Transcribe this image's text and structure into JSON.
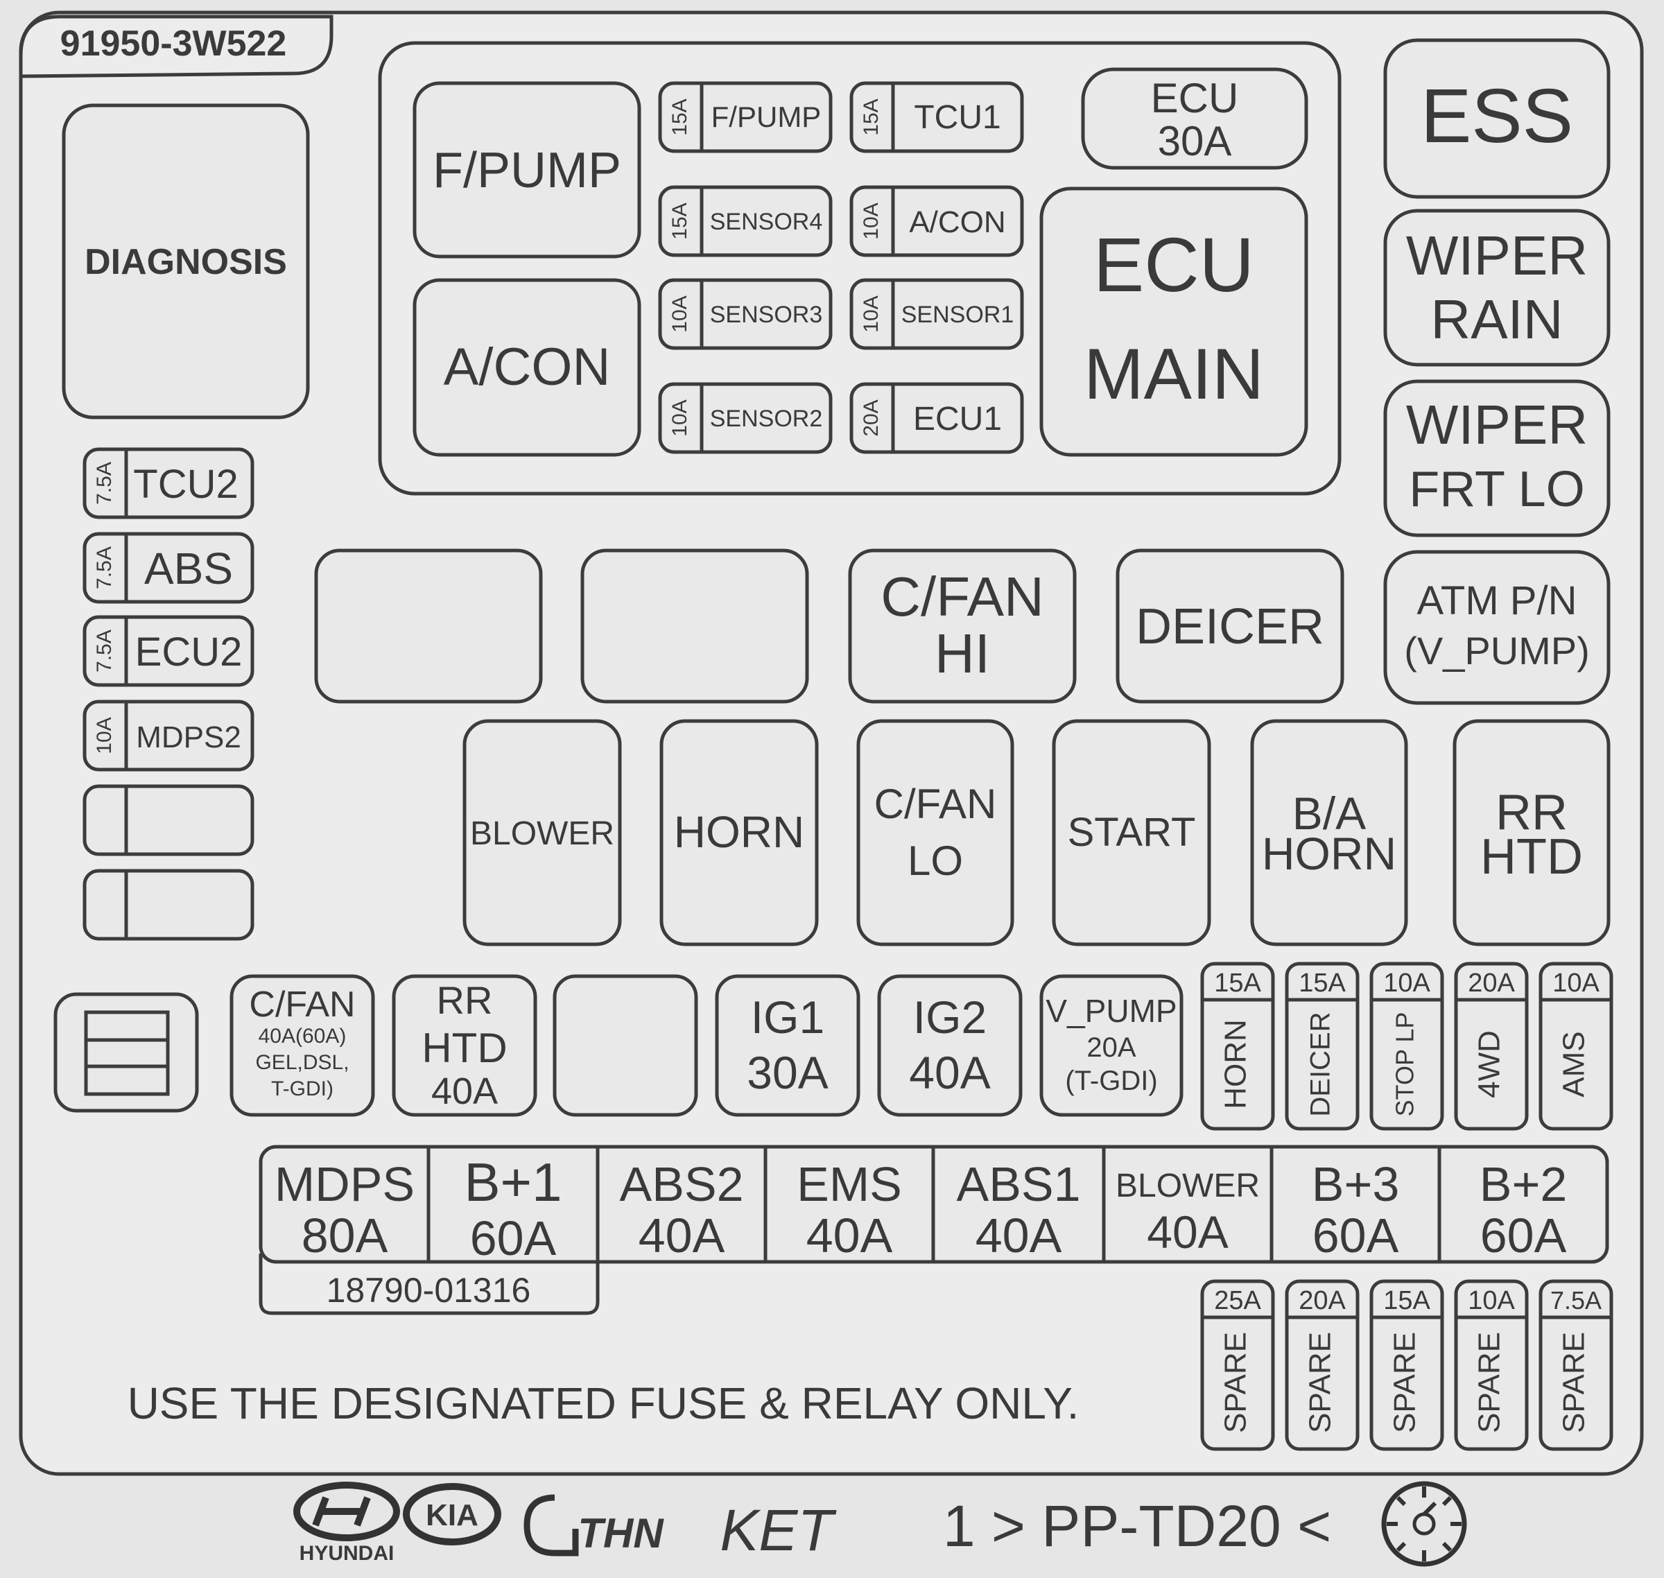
{
  "part_number": "91950-3W522",
  "sub_part_number": "18790-01316",
  "notice": "USE THE DESIGNATED FUSE & RELAY ONLY.",
  "footer": {
    "brand1": "HYUNDAI",
    "brand2": "KIA",
    "maker": "KET",
    "material": "1 > PP-TD20 <",
    "logo3": "THN"
  },
  "top_block": {
    "relays": [
      {
        "id": "fpump",
        "label": "F/PUMP"
      },
      {
        "id": "acon",
        "label": "A/CON"
      },
      {
        "id": "ecu-main",
        "label": "ECU",
        "label2": "MAIN"
      }
    ],
    "mini_fuses": [
      {
        "rating": "15A",
        "name": "F/PUMP"
      },
      {
        "rating": "15A",
        "name": "TCU1"
      },
      {
        "rating": "15A",
        "name": "SENSOR4"
      },
      {
        "rating": "10A",
        "name": "A/CON"
      },
      {
        "rating": "10A",
        "name": "SENSOR3"
      },
      {
        "rating": "10A",
        "name": "SENSOR1"
      },
      {
        "rating": "10A",
        "name": "SENSOR2"
      },
      {
        "rating": "20A",
        "name": "ECU1"
      }
    ],
    "ecu30": {
      "label": "ECU",
      "label2": "30A"
    }
  },
  "right_column": [
    {
      "label": "ESS",
      "label2": ""
    },
    {
      "label": "WIPER",
      "label2": "RAIN"
    },
    {
      "label": "WIPER",
      "label2": "FRT LO"
    },
    {
      "label": "ATM P/N",
      "label2": "(V_PUMP)"
    }
  ],
  "diagnosis": "DIAGNOSIS",
  "left_fuses": [
    {
      "rating": "7.5A",
      "name": "TCU2"
    },
    {
      "rating": "7.5A",
      "name": "ABS"
    },
    {
      "rating": "7.5A",
      "name": "ECU2"
    },
    {
      "rating": "10A",
      "name": "MDPS2"
    },
    {
      "rating": "",
      "name": ""
    },
    {
      "rating": "",
      "name": ""
    }
  ],
  "row_relays_1": [
    {
      "label": "",
      "label2": ""
    },
    {
      "label": "",
      "label2": ""
    },
    {
      "label": "C/FAN",
      "label2": "HI"
    },
    {
      "label": "DEICER",
      "label2": ""
    }
  ],
  "row_relays_2": [
    {
      "label": "BLOWER",
      "label2": ""
    },
    {
      "label": "HORN",
      "label2": ""
    },
    {
      "label": "C/FAN",
      "label2": "LO"
    },
    {
      "label": "START",
      "label2": ""
    },
    {
      "label": "B/A",
      "label2": "HORN"
    },
    {
      "label": "RR",
      "label2": "HTD"
    }
  ],
  "cartridge_row": [
    {
      "lines": [
        "C/FAN",
        "40A(60A)",
        "GEL,DSL,",
        "T-GDI)"
      ]
    },
    {
      "lines": [
        "RR",
        "HTD",
        "40A"
      ]
    },
    {
      "lines": []
    },
    {
      "lines": [
        "IG1",
        "30A"
      ]
    },
    {
      "lines": [
        "IG2",
        "40A"
      ]
    },
    {
      "lines": [
        "V_PUMP",
        "20A",
        "(T-GDI)"
      ]
    }
  ],
  "vertical_fuses": [
    {
      "rating": "15A",
      "name": "HORN"
    },
    {
      "rating": "15A",
      "name": "DEICER"
    },
    {
      "rating": "10A",
      "name": "STOP LP"
    },
    {
      "rating": "20A",
      "name": "4WD"
    },
    {
      "rating": "10A",
      "name": "AMS"
    }
  ],
  "multifuse": [
    {
      "name": "MDPS",
      "rating": "80A"
    },
    {
      "name": "B+1",
      "rating": "60A"
    },
    {
      "name": "ABS2",
      "rating": "40A"
    },
    {
      "name": "EMS",
      "rating": "40A"
    },
    {
      "name": "ABS1",
      "rating": "40A"
    },
    {
      "name": "BLOWER",
      "rating": "40A"
    },
    {
      "name": "B+3",
      "rating": "60A"
    },
    {
      "name": "B+2",
      "rating": "60A"
    }
  ],
  "spares": [
    {
      "rating": "25A",
      "name": "SPARE"
    },
    {
      "rating": "20A",
      "name": "SPARE"
    },
    {
      "rating": "15A",
      "name": "SPARE"
    },
    {
      "rating": "10A",
      "name": "SPARE"
    },
    {
      "rating": "7.5A",
      "name": "SPARE"
    }
  ]
}
